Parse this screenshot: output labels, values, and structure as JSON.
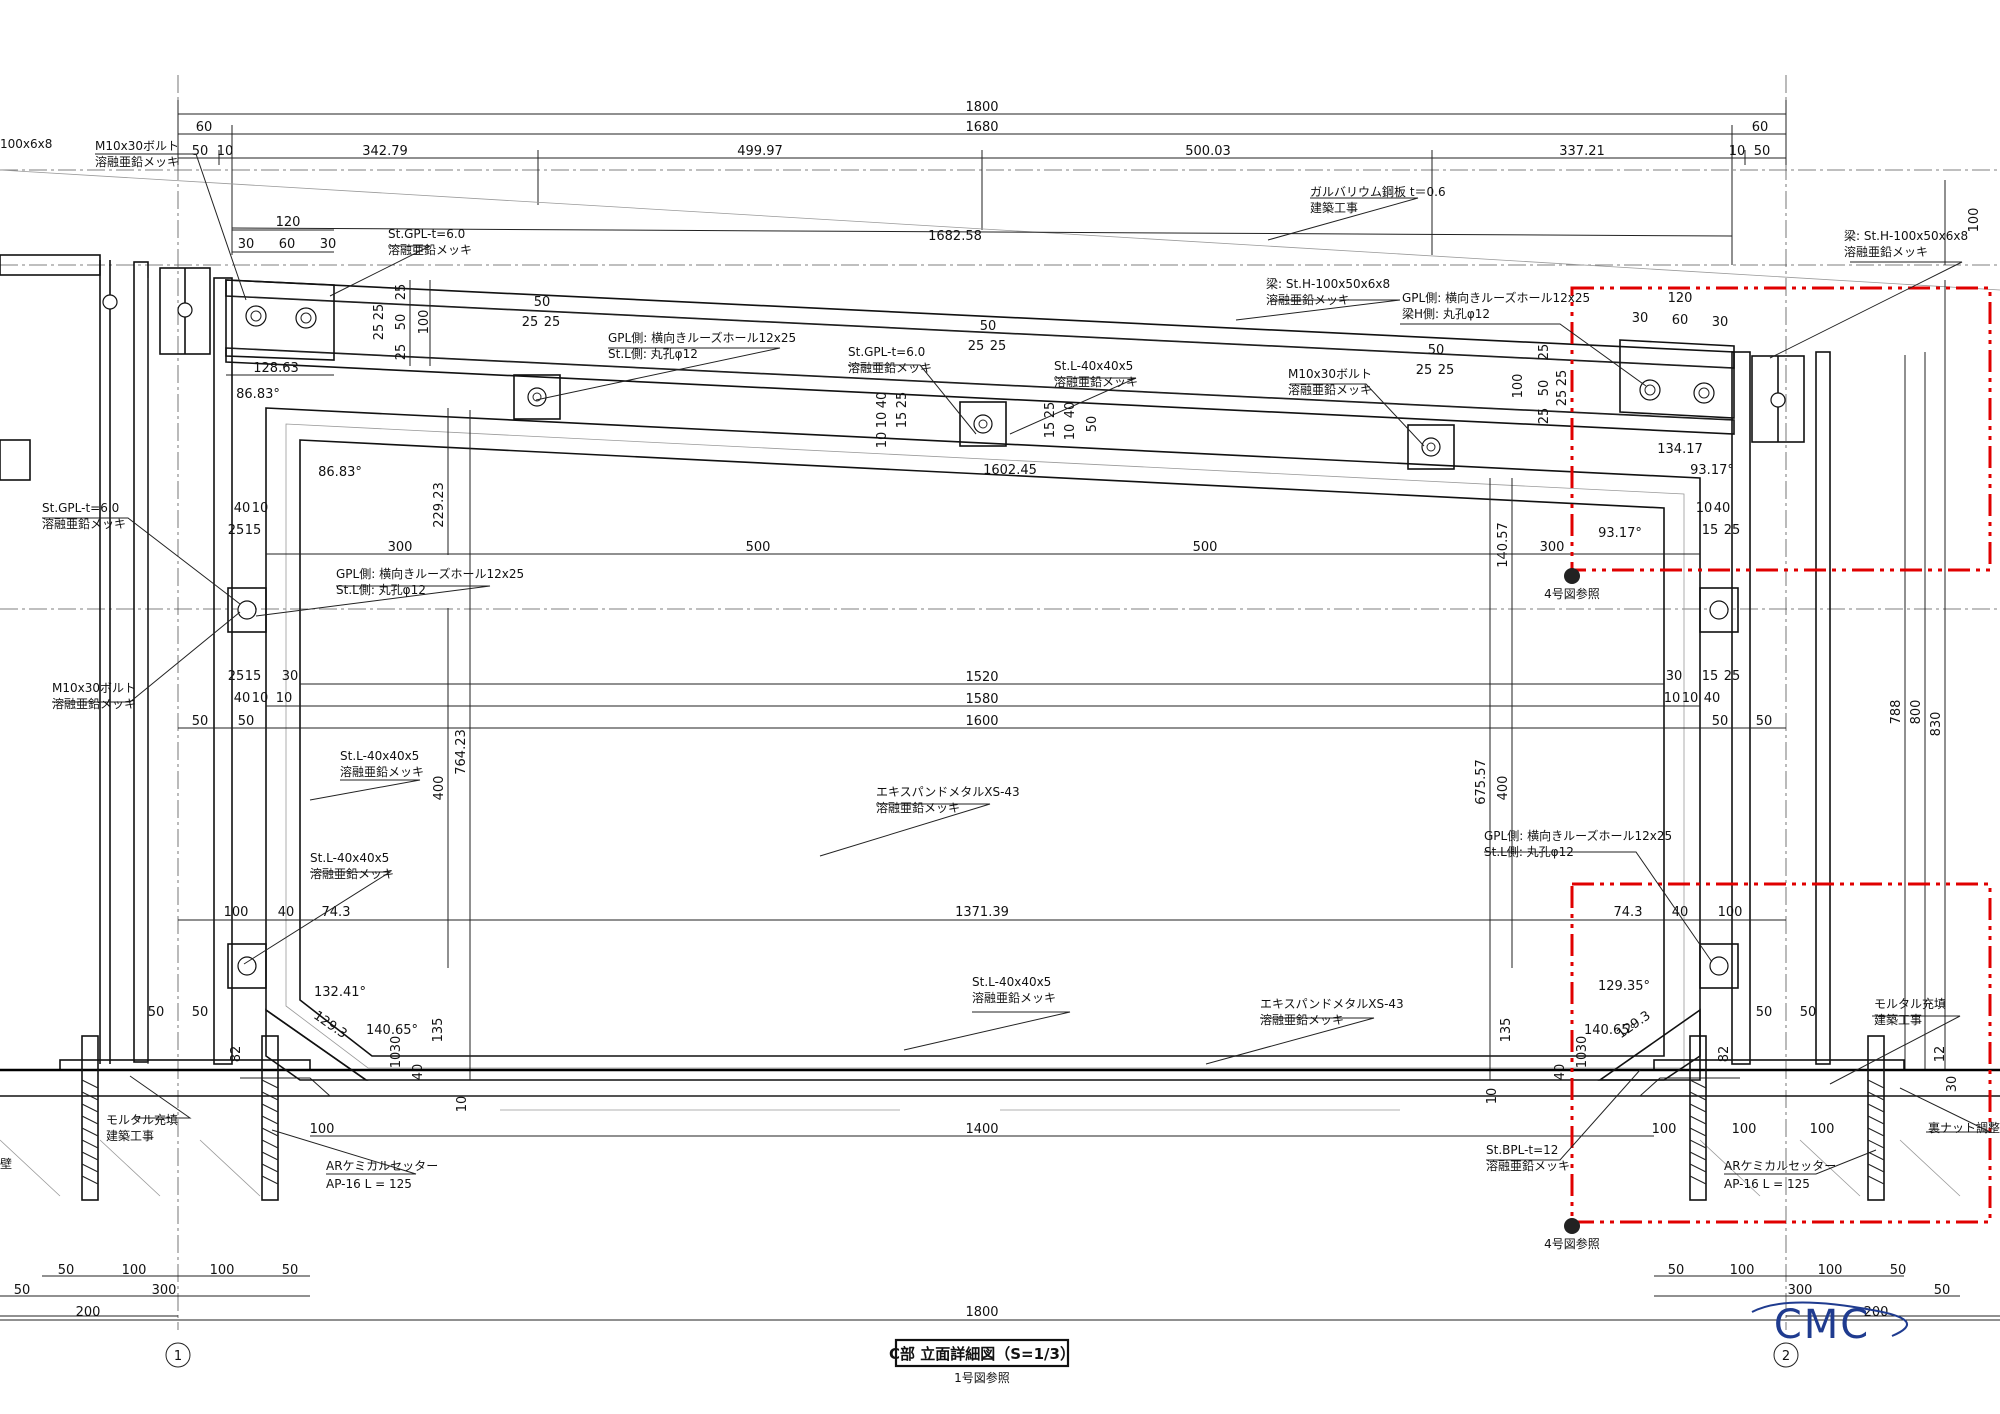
{
  "title": {
    "main": "C部 立面詳細図（S=1/3）",
    "sub": "1号図参照"
  },
  "logo": {
    "text": "CMC",
    "color": "#1f3b8f"
  },
  "colors": {
    "detail_box": "#e00000",
    "line": "#111111"
  },
  "grid": [
    {
      "label": "1"
    },
    {
      "label": "2"
    }
  ],
  "detail_refs": [
    {
      "label": "4号図参照"
    },
    {
      "label": "4号図参照"
    }
  ],
  "dimensions": {
    "top_row1": "1800",
    "top_row2_left": "60",
    "top_row2_mid": "1680",
    "top_row2_right": "60",
    "top_row3": [
      "50",
      "10",
      "342.79",
      "499.97",
      "500.03",
      "337.21",
      "10",
      "50"
    ],
    "slope_length": "1682.58",
    "left_plate": [
      "120",
      "30",
      "60",
      "30"
    ],
    "left_plate_v": [
      "25",
      "25",
      "25",
      "50",
      "25",
      "100"
    ],
    "left_plate_base": "128.63",
    "left_angle": "86.83°",
    "right_plate": [
      "120",
      "30",
      "60",
      "30"
    ],
    "right_plate_v": [
      "25",
      "25",
      "25",
      "50",
      "25",
      "100"
    ],
    "right_plate_base": "134.17",
    "right_angle": "93.17°",
    "clip1": [
      "50",
      "25",
      "25"
    ],
    "clip2": [
      "50",
      "25",
      "25"
    ],
    "clip3": [
      "50",
      "25",
      "25"
    ],
    "clip2_v": [
      "10",
      "10",
      "40",
      "15",
      "25"
    ],
    "clip2_v_right": [
      "25",
      "15",
      "40",
      "10",
      "50"
    ],
    "frame_top": "1602.45",
    "frame_top_angle": "86.83°",
    "frame_h_left": "229.23",
    "frame_h_right": "140.57",
    "row_300_500": [
      "300",
      "500",
      "500",
      "300"
    ],
    "angle_9317": "93.17°",
    "left_side": [
      "40",
      "10",
      "25",
      "15",
      "25",
      "15",
      "30",
      "40",
      "10",
      "10"
    ],
    "right_side": [
      "10",
      "40",
      "15",
      "25",
      "30",
      "15",
      "25",
      "10",
      "10",
      "40"
    ],
    "w1520": "1520",
    "w1580": "1580",
    "w1600": "1600",
    "row_50": [
      "50",
      "50",
      "50",
      "50"
    ],
    "h764": "764.23",
    "h400a": "400",
    "h675": "675.57",
    "h400b": "400",
    "right_h": [
      "100",
      "788",
      "800",
      "830"
    ],
    "bottom_left": [
      "100",
      "40",
      "74.3"
    ],
    "bottom_right": [
      "74.3",
      "40",
      "100"
    ],
    "w1371": "1371.39",
    "angle_13241": "132.41°",
    "angle_12935": "129.35°",
    "angle_14065a": "140.65°",
    "angle_14065b": "140.65°",
    "d129a": "129.3",
    "d129b": "129.3",
    "h135a": "135",
    "h135b": "135",
    "h82a": "82",
    "h82b": "82",
    "small_v": [
      "10",
      "30",
      "40",
      "10",
      "30",
      "40"
    ],
    "h10a": "10",
    "h10b": "10",
    "h12": "12",
    "h30": "30",
    "base_50": [
      "50",
      "50",
      "50",
      "50"
    ],
    "w1400": "1400",
    "w100_base": [
      "100",
      "100",
      "100",
      "100"
    ],
    "foot_left": [
      "50",
      "100",
      "100",
      "50"
    ],
    "foot_left2": [
      "50",
      "300"
    ],
    "foot_left3": "200",
    "foot_right": [
      "50",
      "100",
      "100",
      "50"
    ],
    "foot_right2": [
      "300",
      "50"
    ],
    "foot_right3": "200",
    "bottom_total": "1800"
  },
  "notes": {
    "n_left_cut": "100x6x8",
    "n_bolt_top": "M10x30ボルト",
    "n_bolt_top_sub": "溶融亜鉛メッキ",
    "n_gpl_top": "St.GPL-t=6.0",
    "n_gpl_top_sub": "溶融亜鉛メッキ",
    "n_galva": "ガルバリウム鋼板 t＝0.6",
    "n_galva_sub": "建築工事",
    "n_beam_right": "梁: St.H-100x50x6x8",
    "n_beam_right_sub": "溶融亜鉛メッキ",
    "n_beam_mid": "梁: St.H-100x50x6x8",
    "n_beam_mid_sub": "溶融亜鉛メッキ",
    "n_gpl_hole1": "GPL側: 横向きルーズホール12x25",
    "n_gpl_hole1_sub": "St.L側: 丸孔φ12",
    "n_gpl_hole2": "GPL側: 横向きルーズホール12x25",
    "n_gpl_hole2_sub": "梁H側: 丸孔φ12",
    "n_gpl_mid": "St.GPL-t=6.0",
    "n_gpl_mid_sub": "溶融亜鉛メッキ",
    "n_stl_top": "St.L-40x40x5",
    "n_stl_top_sub": "溶融亜鉛メッキ",
    "n_bolt_mid": "M10x30ボルト",
    "n_bolt_mid_sub": "溶融亜鉛メッキ",
    "n_gpl_left": "St.GPL-t=6.0",
    "n_gpl_left_sub": "溶融亜鉛メッキ",
    "n_gpl_hole3": "GPL側: 横向きルーズホール12x25",
    "n_gpl_hole3_sub": "St.L側: 丸孔φ12",
    "n_bolt_left": "M10x30ボルト",
    "n_bolt_left_sub": "溶融亜鉛メッキ",
    "n_stl_left1": "St.L-40x40x5",
    "n_stl_left1_sub": "溶融亜鉛メッキ",
    "n_stl_left2": "St.L-40x40x5",
    "n_stl_left2_sub": "溶融亜鉛メッキ",
    "n_mesh1": "エキスパンドメタルXS-43",
    "n_mesh1_sub": "溶融亜鉛メッキ",
    "n_mesh2": "エキスパンドメタルXS-43",
    "n_mesh2_sub": "溶融亜鉛メッキ",
    "n_stl_bottom": "St.L-40x40x5",
    "n_stl_bottom_sub": "溶融亜鉛メッキ",
    "n_gpl_hole4": "GPL側: 横向きルーズホール12x25",
    "n_gpl_hole4_sub": "St.L側: 丸孔φ12",
    "n_mortar_r": "モルタル充填",
    "n_mortar_r_sub": "建築工事",
    "n_mortar_l": "モルタル充填",
    "n_mortar_l_sub": "建築工事",
    "n_anchor_l": "ARケミカルセッター",
    "n_anchor_l_sub": "AP-16 L = 125",
    "n_anchor_r": "ARケミカルセッター",
    "n_anchor_r_sub": "AP-16 L = 125",
    "n_nut": "裏ナット調整",
    "n_bpl": "St.BPL-t=12",
    "n_bpl_sub": "溶融亜鉛メッキ",
    "n_wall": "壁"
  }
}
